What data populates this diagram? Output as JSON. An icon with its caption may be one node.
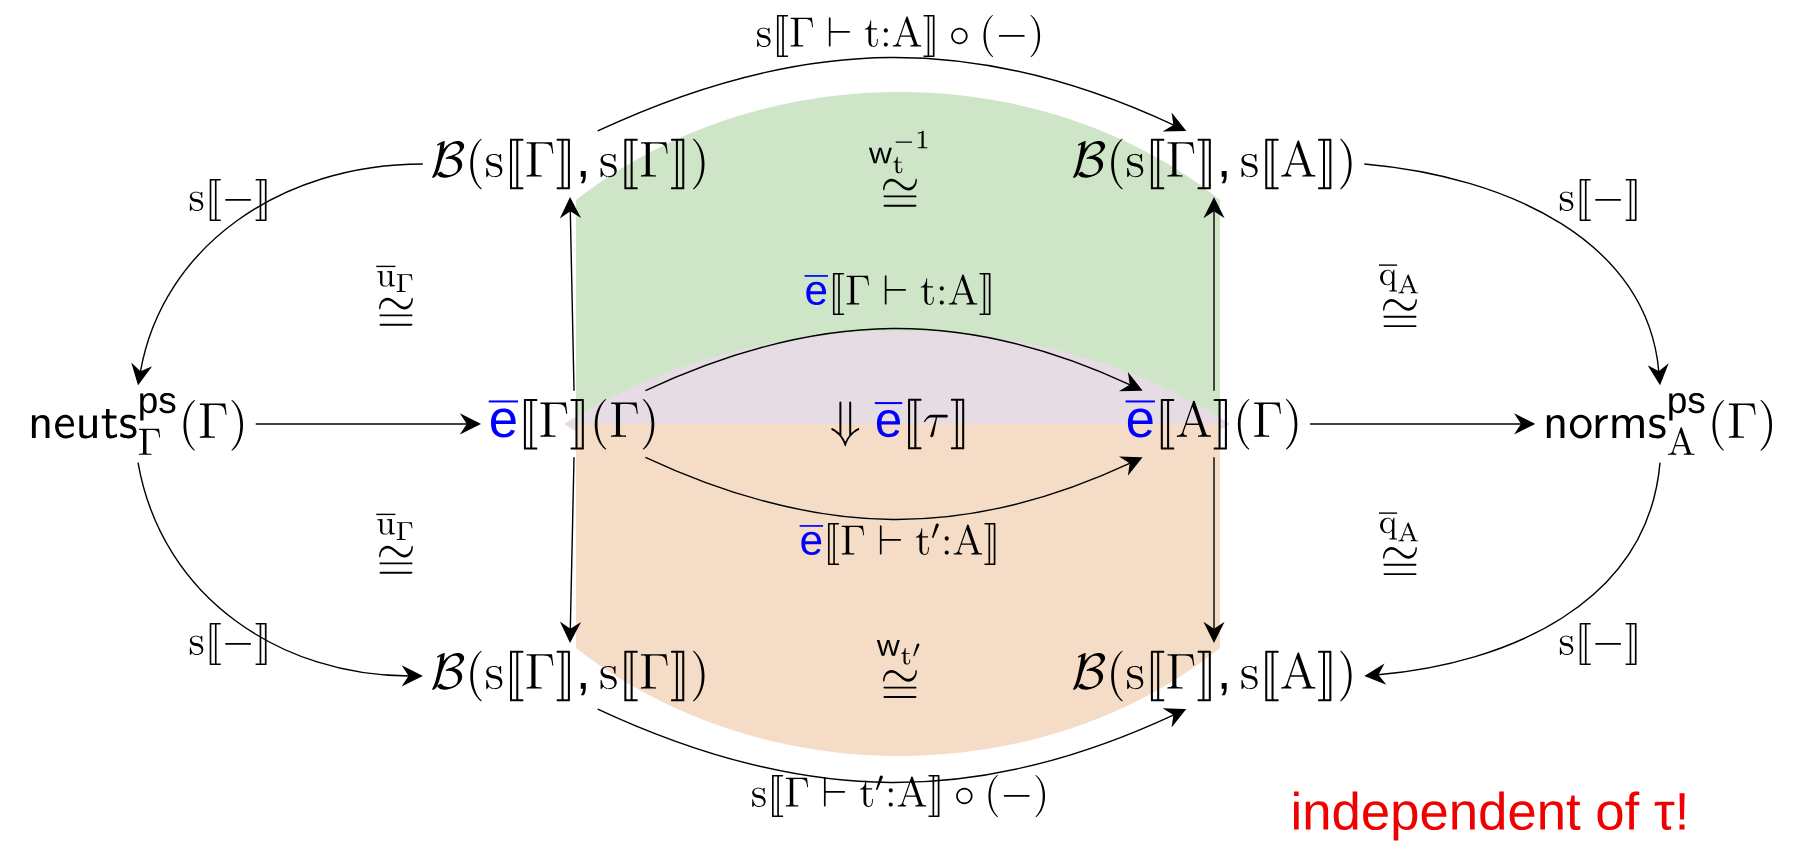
{
  "diagram": {
    "nodes": [
      {
        "text": [
          "\\mathcal{B}(s\\llbracket\\Gamma\\rrbracket, s\\llbracket\\Gamma\\rrbracket)"
        ]
      },
      {
        "text": [
          "\\mathcal{B}(s\\llbracket\\Gamma\\rrbracket, s\\llbracket A\\rrbracket)"
        ]
      },
      {
        "text": [
          "\\mathsf{neuts}^{\\mathrm{ps}}_{\\Gamma}(\\Gamma)"
        ]
      },
      {
        "text": [
          "{\\color{blue}\\overline{\\mathrm{e}}}\\llbracket\\Gamma\\rrbracket(\\Gamma)"
        ]
      },
      {
        "text": [
          "{\\color{blue}\\overline{\\mathrm{e}}}\\llbracket A\\rrbracket(\\Gamma)"
        ]
      },
      {
        "text": [
          "\\mathsf{norms}^{\\mathrm{ps}}_{A}(\\Gamma)"
        ]
      },
      {
        "text": [
          "\\mathcal{B}(s\\llbracket\\Gamma\\rrbracket, s\\llbracket\\Gamma\\rrbracket)"
        ]
      },
      {
        "text": [
          "\\mathcal{B}(s\\llbracket\\Gamma\\rrbracket, s\\llbracket A\\rrbracket)"
        ]
      }
    ],
    "edges": [
      {
        "from": 0,
        "to": 1,
        "arrow": "to",
        "label": "s\\llbracket\\Gamma\\vdash t{:}A\\rrbracket\\circ(-)"
      },
      {
        "from": 0,
        "to": 2,
        "arrow": "to",
        "label": "s\\llbracket-\\rrbracket"
      },
      {
        "from": 1,
        "to": 5,
        "arrow": "to",
        "label": "s\\llbracket-\\rrbracket"
      },
      {
        "from": 3,
        "to": 0,
        "arrow": "to"
      },
      {
        "from": 4,
        "to": 1,
        "arrow": "to"
      },
      {
        "from": 2,
        "to": 3,
        "arrow": "to"
      },
      {
        "from": 3,
        "to": 4,
        "arrow": "to",
        "label": "{\\color{blue}\\overline{\\mathrm{e}}}\\llbracket\\Gamma\\vdash t{:}A\\rrbracket"
      },
      {
        "from": 3,
        "to": 4,
        "arrow": "to",
        "label": "{\\color{blue}\\overline{\\mathrm{e}}}\\llbracket\\Gamma\\vdash t'{:}A\\rrbracket"
      },
      {
        "from": 4,
        "to": 5,
        "arrow": "to"
      },
      {
        "from": 3,
        "to": 6,
        "arrow": "to"
      },
      {
        "from": 4,
        "to": 7,
        "arrow": "to"
      },
      {
        "from": 2,
        "to": 6,
        "arrow": "to",
        "label": "s\\llbracket-\\rrbracket"
      },
      {
        "from": 5,
        "to": 7,
        "arrow": "to",
        "label": "s\\llbracket-\\rrbracket"
      },
      {
        "from": 6,
        "to": 7,
        "arrow": "to",
        "label": "s\\llbracket\\Gamma\\vdash t'{:}A\\rrbracket\\circ(-)"
      }
    ],
    "labels": [
      "\\overset{\\mathsf{w}_t^{-1}}{\\cong}",
      "\\overset{\\overline{u}_\\Gamma}{\\cong}",
      "\\overset{\\overline{q}_A}{\\cong}",
      "\\Downarrow {\\color{blue}\\overline{\\mathrm{e}}}\\llbracket\\tau\\rrbracket",
      "\\overset{\\overline{u}_\\Gamma}{\\cong}",
      "\\overset{\\overline{q}_A}{\\cong}",
      "\\overset{\\mathsf{w}_{t'}}{\\cong}",
      "independent of τ!"
    ]
  }
}
